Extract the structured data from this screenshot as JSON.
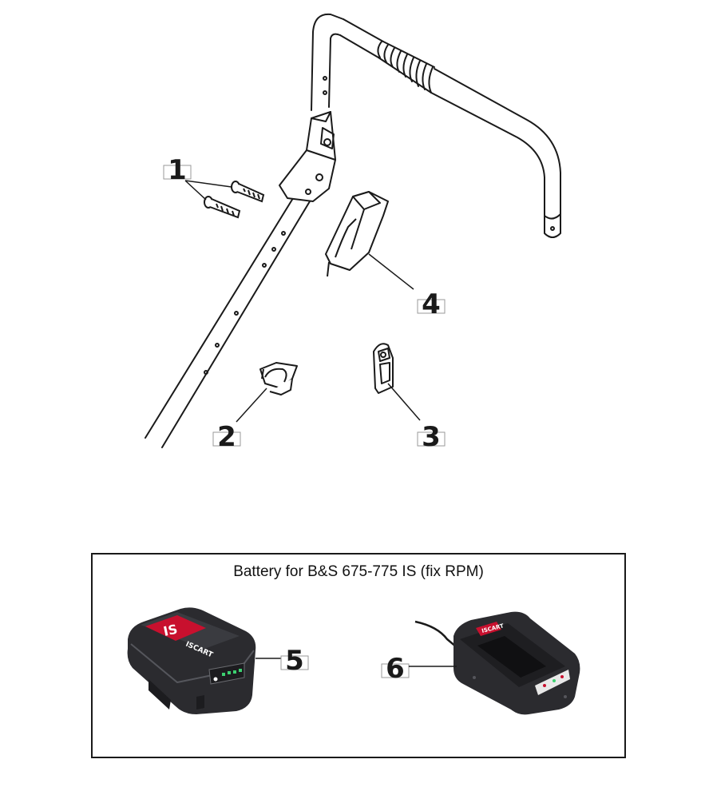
{
  "callouts": {
    "c1": "1",
    "c2": "2",
    "c3": "3",
    "c4": "4",
    "c5": "5",
    "c6": "6"
  },
  "battery_box": {
    "title": "Battery for B&S 675-775 IS (fix RPM)"
  },
  "brand": {
    "logo_text": "ISCART",
    "logo_badge": "IS"
  },
  "colors": {
    "line": "#1a1a1a",
    "battery_body": "#2b2b2f",
    "brand_red": "#c8102e",
    "led_green": "#3cd070"
  }
}
